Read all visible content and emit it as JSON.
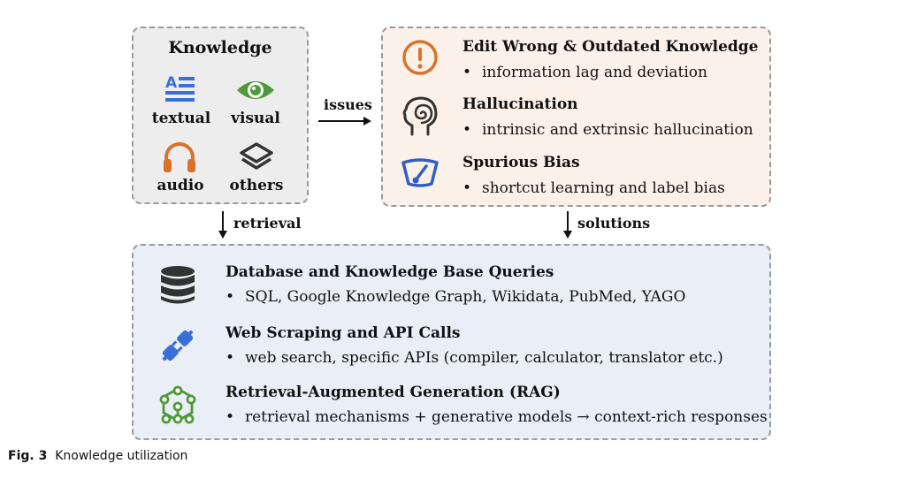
{
  "knowledge": {
    "title": "Knowledge",
    "items": [
      {
        "label": "textual",
        "icon": "text-icon",
        "color": "#3a6fd8"
      },
      {
        "label": "visual",
        "icon": "eye-icon",
        "color": "#4e9a3a"
      },
      {
        "label": "audio",
        "icon": "headphones-icon",
        "color": "#d9732c"
      },
      {
        "label": "others",
        "icon": "layers-icon",
        "color": "#333333"
      }
    ]
  },
  "arrows": {
    "issues": "issues",
    "retrieval": "retrieval",
    "solutions": "solutions"
  },
  "issues": [
    {
      "title": "Edit Wrong & Outdated Knowledge",
      "bullet": "information lag and deviation",
      "icon": "exclamation-icon",
      "color": "#d9732c"
    },
    {
      "title": "Hallucination",
      "bullet": "intrinsic and extrinsic hallucination",
      "icon": "head-spiral-icon",
      "color": "#333333"
    },
    {
      "title": "Spurious Bias",
      "bullet": "shortcut learning and label bias",
      "icon": "gauge-icon",
      "color": "#2f5fc4"
    }
  ],
  "solutions": [
    {
      "title": "Database and Knowledge Base Queries",
      "bullet": "SQL, Google Knowledge Graph, Wikidata, PubMed, YAGO",
      "icon": "database-icon",
      "color": "#333333"
    },
    {
      "title": "Web Scraping and API Calls",
      "bullet": "web search, specific APIs (compiler, calculator, translator etc.)",
      "icon": "plug-icon",
      "color": "#3a6fd8"
    },
    {
      "title": "Retrieval-Augmented Generation (RAG)",
      "bullet": "retrieval mechanisms + generative models → context-rich responses",
      "icon": "network-icon",
      "color": "#4e9a3a"
    }
  ],
  "bullet_symbol": "•",
  "caption": {
    "label": "Fig. 3",
    "text": "Knowledge utilization"
  }
}
